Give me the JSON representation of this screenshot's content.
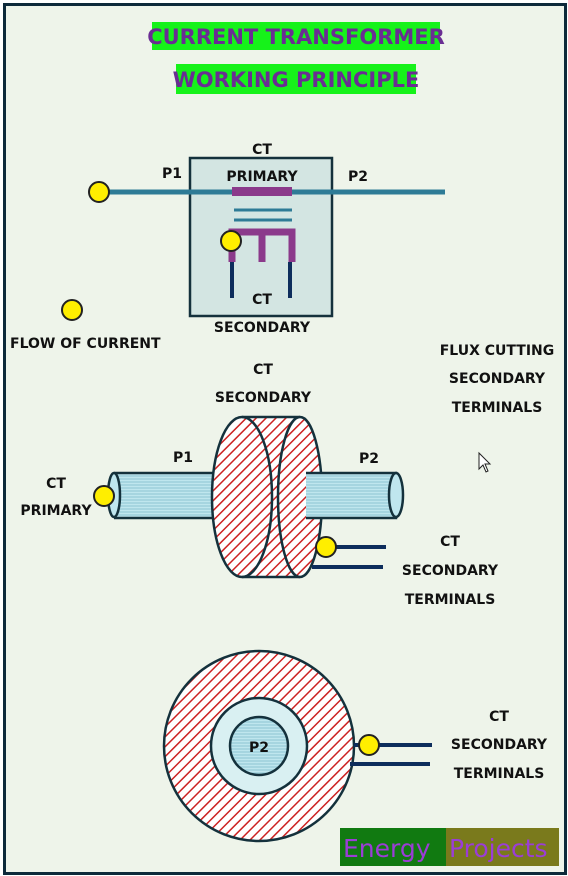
{
  "title": {
    "line1": "CURRENT TRANSFORMER",
    "line2": "WORKING PRINCIPLE"
  },
  "diagram1": {
    "ct_top": "CT",
    "primary": "PRIMARY",
    "p1": "P1",
    "p2": "P2",
    "ct_bottom": "CT",
    "secondary": "SECONDARY"
  },
  "legend": {
    "flow_of_current": "FLOW OF CURRENT"
  },
  "flux_note": {
    "line1": "FLUX CUTTING",
    "line2": "SECONDARY",
    "line3": "TERMINALS"
  },
  "diagram2": {
    "ct_sec_line1": "CT",
    "ct_sec_line2": "SECONDARY",
    "p1": "P1",
    "p2": "P2",
    "ct_pri_line1": "CT",
    "ct_pri_line2": "PRIMARY",
    "term_line1": "CT",
    "term_line2": "SECONDARY",
    "term_line3": "TERMINALS"
  },
  "diagram3": {
    "p2": "P2",
    "term_line1": "CT",
    "term_line2": "SECONDARY",
    "term_line3": "TERMINALS"
  },
  "brand": {
    "word1": "Energy",
    "word2": "Projects"
  },
  "colors": {
    "conductor": "#2e7b96",
    "coil": "#8b3a8b",
    "lead": "#0d2d5c",
    "hatch": "#cc2222",
    "current_dot": "#ffee00",
    "title_bg": "#16f21a",
    "title_text": "#6a2d93"
  }
}
